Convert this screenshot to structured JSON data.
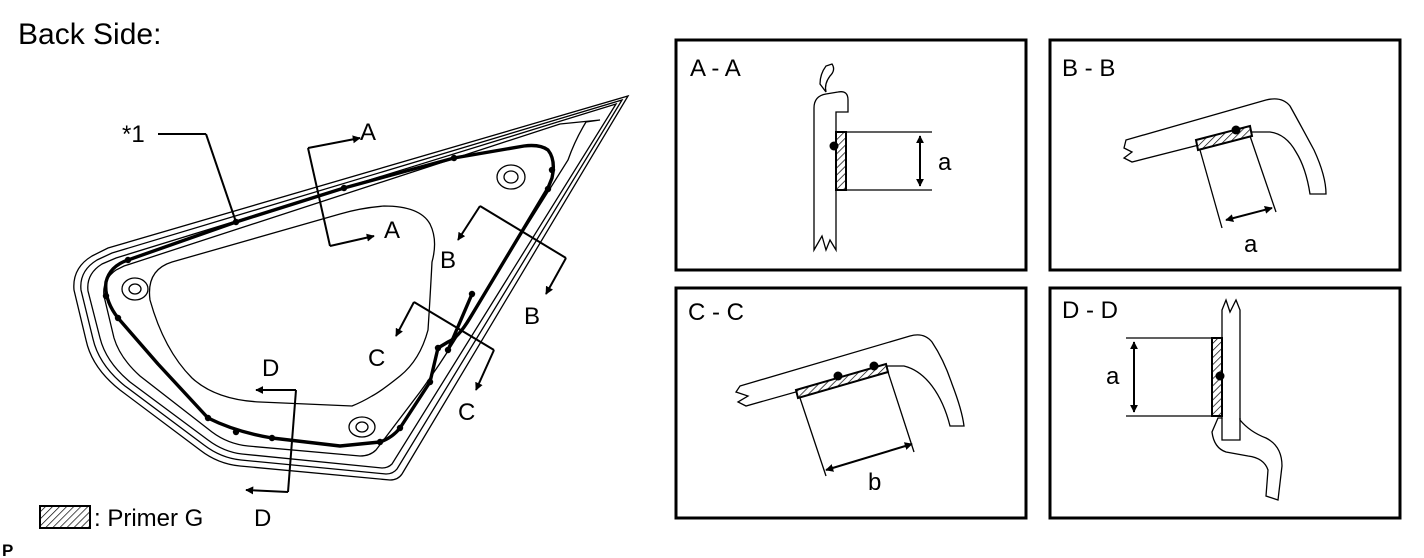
{
  "title": "Back Side:",
  "main_view": {
    "part_callout": "*1",
    "section_labels": {
      "a_top": "A",
      "a_bottom": "A",
      "b_top": "B",
      "b_bottom": "B",
      "c_top": "C",
      "c_bottom": "C",
      "d_top": "D",
      "d_bottom": "D"
    }
  },
  "legend": {
    "text": ": Primer G"
  },
  "footer_mark": "P",
  "sections": {
    "aa": {
      "title": "A - A",
      "dim": "a"
    },
    "bb": {
      "title": "B - B",
      "dim": "a"
    },
    "cc": {
      "title": "C - C",
      "dim": "b"
    },
    "dd": {
      "title": "D - D",
      "dim": "a"
    }
  }
}
